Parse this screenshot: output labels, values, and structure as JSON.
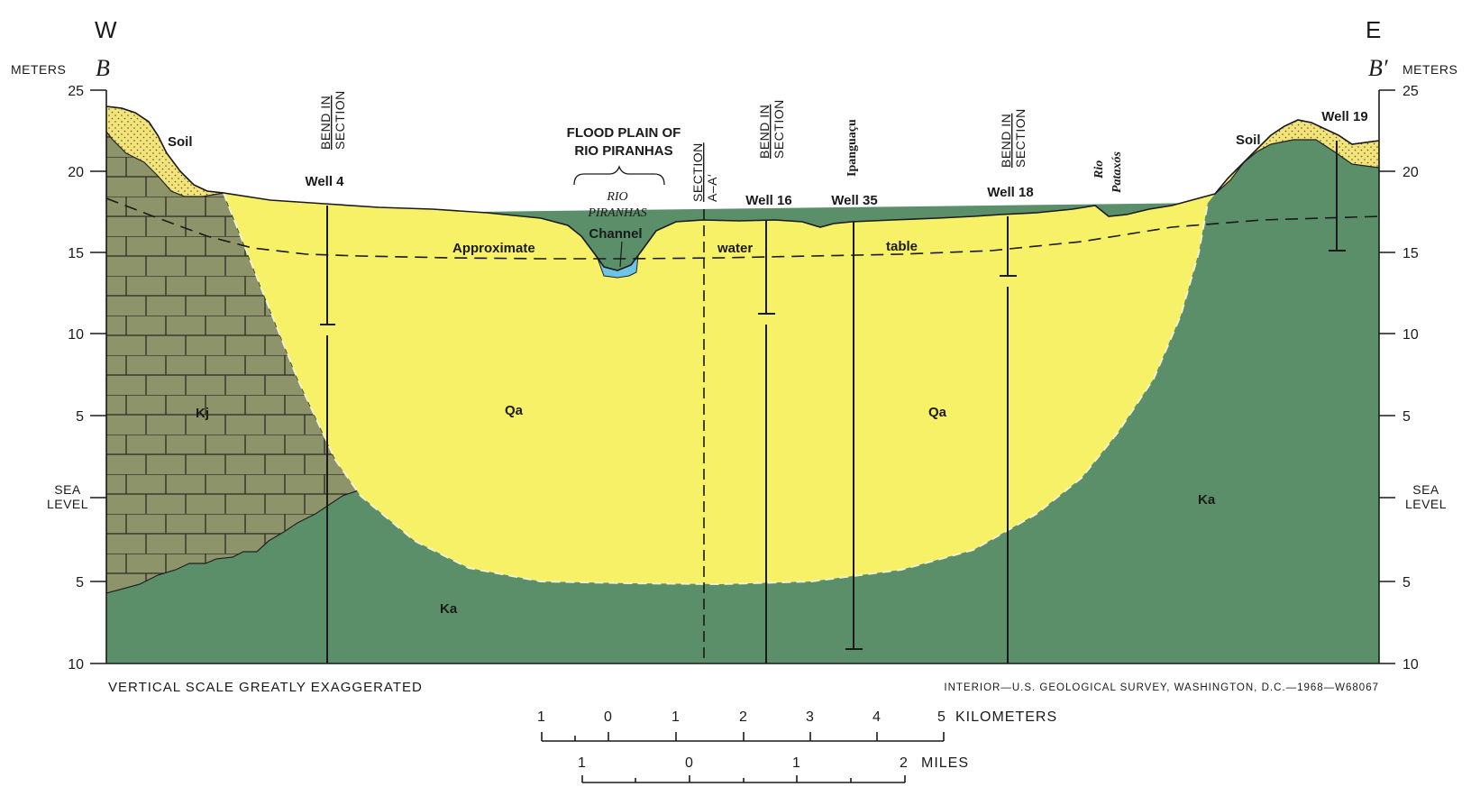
{
  "header": {
    "west": "W",
    "east": "E",
    "left_unit": "METERS",
    "right_unit": "METERS",
    "left_label": "B",
    "right_label": "B′"
  },
  "axis": {
    "ticks": [
      "25",
      "20",
      "15",
      "10",
      "5",
      "SEA LEVEL",
      "5",
      "10"
    ],
    "sea_level_line1": "SEA",
    "sea_level_line2": "LEVEL"
  },
  "units": {
    "Kj": "Kj",
    "Ka_left": "Ka",
    "Ka_right": "Ka",
    "Qa_left": "Qa",
    "Qa_right": "Qa",
    "soil_left": "Soil",
    "soil_right": "Soil"
  },
  "annotations": {
    "flood_plain_line1": "FLOOD PLAIN OF",
    "flood_plain_line2": "RIO PIRANHAS",
    "rio_piranhas_line1": "RIO",
    "rio_piranhas_line2": "PIRANHAS",
    "channel": "Channel",
    "bend1_line1": "BEND IN",
    "bend1_line2": "SECTION",
    "bend2_line1": "BEND IN",
    "bend2_line2": "SECTION",
    "bend3_line1": "BEND IN",
    "bend3_line2": "SECTION",
    "section_line1": "SECTION",
    "section_line2": "A–A′",
    "ipanguacu": "Ipanguaçu",
    "rio_pataxos_line1": "Rio",
    "rio_pataxos_line2": "Pataxós",
    "water_table_1": "Approximate",
    "water_table_2": "water",
    "water_table_3": "table"
  },
  "wells": {
    "well4": "Well 4",
    "well16": "Well 16",
    "well35": "Well 35",
    "well18": "Well 18",
    "well19": "Well 19"
  },
  "footer": {
    "vertical_note": "VERTICAL SCALE GREATLY EXAGGERATED",
    "credit": "INTERIOR—U.S. GEOLOGICAL SURVEY, WASHINGTON, D.C.—1968—W68067"
  },
  "scale_bars": {
    "km_ticks": [
      "1",
      "0",
      "1",
      "2",
      "3",
      "4",
      "5"
    ],
    "km_unit": "KILOMETERS",
    "mi_ticks": [
      "1",
      "0",
      "1",
      "2"
    ],
    "mi_unit": "MILES"
  },
  "colors": {
    "quaternary_alluvium": "#f7f168",
    "ka_green": "#5a8f6a",
    "kj_olive": "#8e946a",
    "soil": "#f2e37a",
    "water": "#6fc4e6"
  }
}
